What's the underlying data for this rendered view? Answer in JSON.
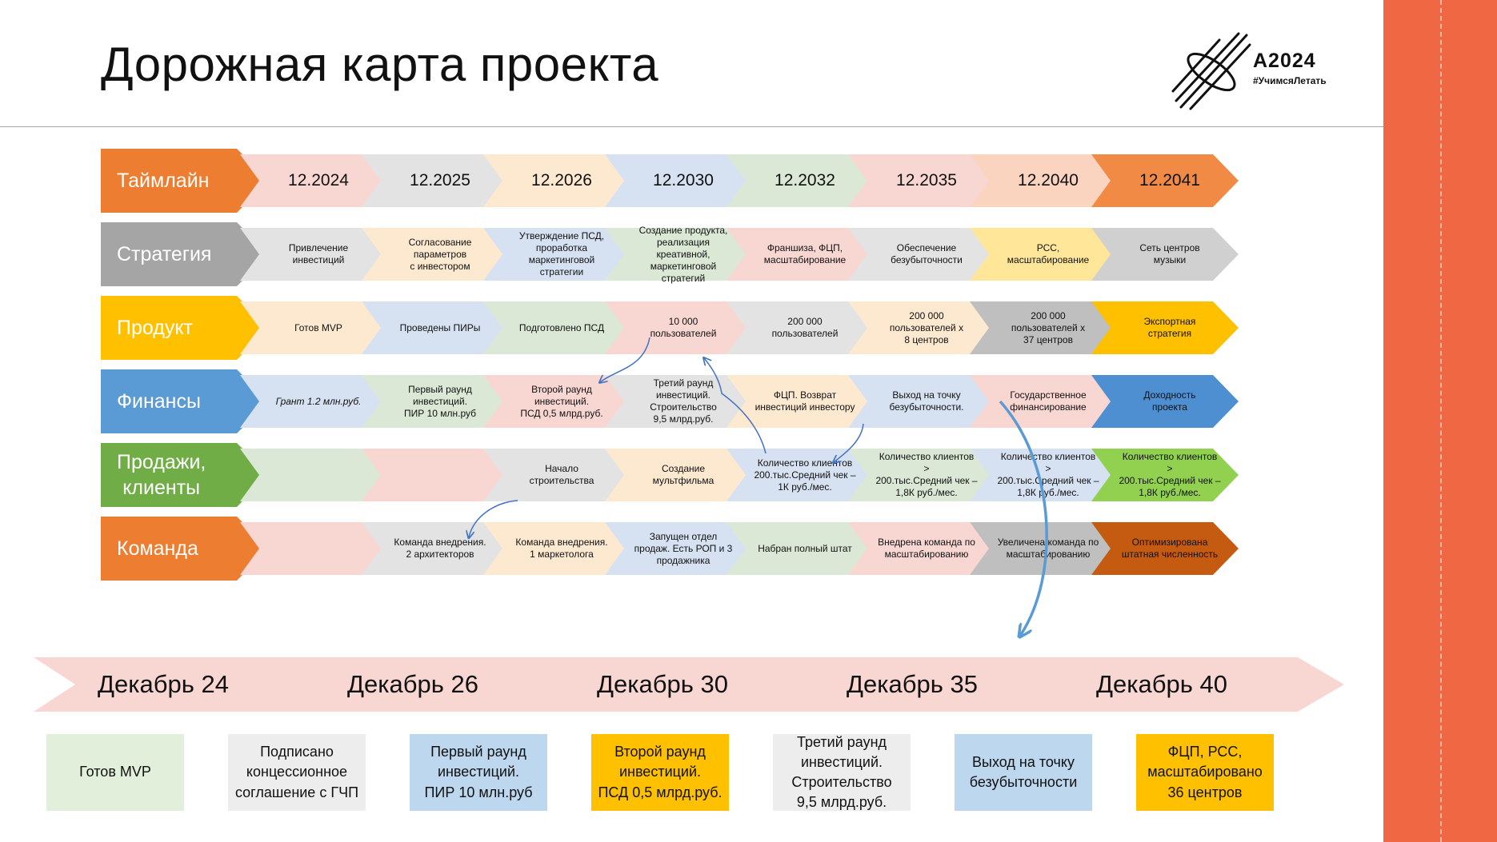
{
  "title": "Дорожная карта проекта",
  "logo": {
    "name": "A2024",
    "subtitle": "#УчимсяЛетать"
  },
  "rows": [
    {
      "label": "Таймлайн",
      "color": "#ed7d31",
      "kind": "date",
      "cells": [
        {
          "text": "12.2024",
          "color": "#f8d7d3"
        },
        {
          "text": "12.2025",
          "color": "#e3e3e3"
        },
        {
          "text": "12.2026",
          "color": "#fde9d0"
        },
        {
          "text": "12.2030",
          "color": "#d6e2f1"
        },
        {
          "text": "12.2032",
          "color": "#dbe8d5"
        },
        {
          "text": "12.2035",
          "color": "#f8d7d3"
        },
        {
          "text": "12.2040",
          "color": "#fad4bf"
        },
        {
          "text": "12.2041",
          "color": "#f08a45"
        }
      ]
    },
    {
      "label": "Стратегия",
      "color": "#a5a5a5",
      "kind": "cell",
      "cells": [
        {
          "text": "Привлечение\nинвестиций",
          "color": "#e3e3e3"
        },
        {
          "text": "Согласование\nпараметров\nс инвестором",
          "color": "#fde9d0"
        },
        {
          "text": "Утверждение ПСД,\nпроработка\nмаркетинговой\nстратегии",
          "color": "#d6e2f1"
        },
        {
          "text": "Создание продукта,\nреализация креативной,\nмаркетинговой\nстратегий",
          "color": "#dbe8d5"
        },
        {
          "text": "Франшиза, ФЦП,\nмасштабирование",
          "color": "#f8d7d3"
        },
        {
          "text": "Обеспечение\nбезубыточности",
          "color": "#e3e3e3"
        },
        {
          "text": "РСС,\nмасштабирование",
          "color": "#ffe699"
        },
        {
          "text": "Сеть центров\nмузыки",
          "color": "#d0d0d0"
        }
      ]
    },
    {
      "label": "Продукт",
      "color": "#ffc000",
      "kind": "cell",
      "cells": [
        {
          "text": "Готов MVP",
          "color": "#fde9d0"
        },
        {
          "text": "Проведены ПИРы",
          "color": "#d6e2f1"
        },
        {
          "text": "Подготовлено  ПСД",
          "color": "#dbe8d5"
        },
        {
          "text": "10 000\nпользователей",
          "color": "#f8d7d3"
        },
        {
          "text": "200 000\nпользователей",
          "color": "#e3e3e3"
        },
        {
          "text": "200 000\nпользователей х\n8 центров",
          "color": "#fde9d0"
        },
        {
          "text": "200 000\nпользователей х\n37 центров",
          "color": "#bfbfbf"
        },
        {
          "text": "Экспортная\nстратегия",
          "color": "#ffc000"
        }
      ]
    },
    {
      "label": "Финансы",
      "color": "#5b9bd5",
      "kind": "cell",
      "cells": [
        {
          "text": "Грант 1.2 млн.руб.",
          "color": "#d6e2f1",
          "italic": true
        },
        {
          "text": "Первый раунд\nинвестиций.\nПИР  10 млн.руб",
          "color": "#dbe8d5"
        },
        {
          "text": "Второй раунд\nинвестиций.\nПСД  0,5 млрд.руб.",
          "color": "#f8d7d3"
        },
        {
          "text": "Третий  раунд\nинвестиций.\nСтроительство\n9,5 млрд.руб.",
          "color": "#e3e3e3"
        },
        {
          "text": "ФЦП. Возврат\nинвестиций  инвестору",
          "color": "#fde9d0"
        },
        {
          "text": "Выход на точку\nбезубыточности.",
          "color": "#d6e2f1"
        },
        {
          "text": "Государственное\nфинансирование",
          "color": "#f8d7d3"
        },
        {
          "text": "Доходность\nпроекта",
          "color": "#4e8fd1"
        }
      ]
    },
    {
      "label": "Продажи,\nклиенты",
      "color": "#70ad47",
      "kind": "cell",
      "cells": [
        {
          "text": "",
          "color": "#dbe8d5"
        },
        {
          "text": "",
          "color": "#f8d7d3"
        },
        {
          "text": "Начало\nстроительства",
          "color": "#e3e3e3"
        },
        {
          "text": "Создание\nмультфильма",
          "color": "#fde9d0"
        },
        {
          "text": "Количество  клиентов\n200.тыс.Средний чек –\n1К руб./мес.",
          "color": "#d6e2f1"
        },
        {
          "text": "Количество  клиентов >\n200.тыс.Средний чек –\n1,8К руб./мес.",
          "color": "#dbe8d5"
        },
        {
          "text": "Количество  клиентов >\n200.тыс.Средний чек –\n1,8К руб./мес.",
          "color": "#d6e2f1"
        },
        {
          "text": "Количество  клиентов >\n200.тыс.Средний чек –\n1,8К руб./мес.",
          "color": "#92d050"
        }
      ]
    },
    {
      "label": "Команда",
      "color": "#ed7d31",
      "kind": "cell",
      "cells": [
        {
          "text": "",
          "color": "#f8d7d3"
        },
        {
          "text": "Команда внедрения.\n2 архитекторов",
          "color": "#e3e3e3"
        },
        {
          "text": "Команда внедрения.\n1 маркетолога",
          "color": "#fde9d0"
        },
        {
          "text": "Запущен отдел\nпродаж. Есть РОП и 3\nпродажника",
          "color": "#d6e2f1"
        },
        {
          "text": "Набран полный штат",
          "color": "#dbe8d5"
        },
        {
          "text": "Внедрена команда по\nмасштабированию",
          "color": "#f8d7d3"
        },
        {
          "text": "Увеличена команда по\nмасштабированию",
          "color": "#bfbfbf"
        },
        {
          "text": "Оптимизирована\nштатная численность",
          "color": "#c55a11"
        }
      ]
    }
  ],
  "milestones": {
    "arrow_color": "#f8d7d3",
    "dates": [
      "Декабрь 24",
      "Декабрь 26",
      "Декабрь 30",
      "Декабрь 35",
      "Декабрь 40"
    ],
    "boxes": [
      {
        "text": "Готов MVP",
        "color": "#e2efda"
      },
      {
        "text": "Подписано\nконцессионное\nсоглашение с ГЧП",
        "color": "#ededed"
      },
      {
        "text": "Первый раунд\nинвестиций.\nПИР 10 млн.руб",
        "color": "#bdd7ee"
      },
      {
        "text": "Второй раунд\nинвестиций.\nПСД  0,5 млрд.руб.",
        "color": "#ffc000"
      },
      {
        "text": "Третий  раунд\nинвестиций.\nСтроительство\n9,5 млрд.руб.",
        "color": "#ededed"
      },
      {
        "text": "Выход на точку\nбезубыточности",
        "color": "#bdd7ee"
      },
      {
        "text": "ФЦП, РСС,\nмасштабировано\n36 центров",
        "color": "#ffc000"
      }
    ]
  },
  "colors": {
    "accent_band": "#f06744",
    "arrow": "#4472c4",
    "big_arrow": "#5b9bd5"
  }
}
